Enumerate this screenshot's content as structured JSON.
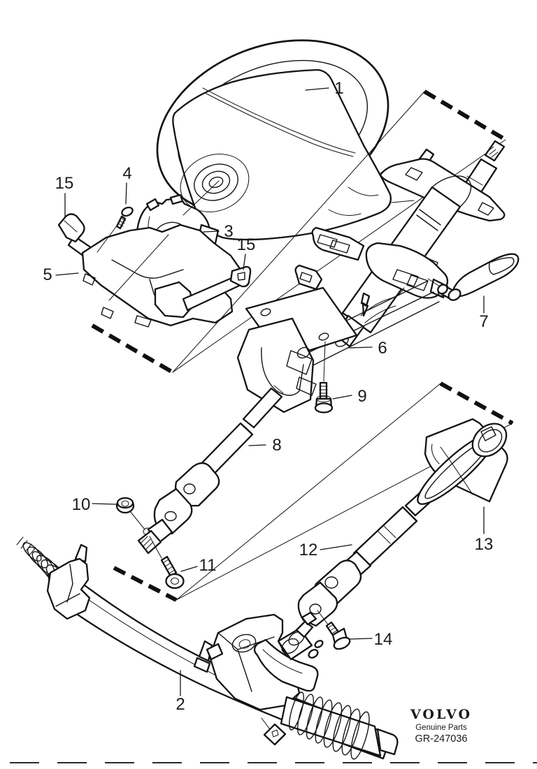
{
  "figure": {
    "background": "#ffffff",
    "line_color": "#141414",
    "type": "exploded-parts-diagram"
  },
  "callouts": [
    {
      "label": "1"
    },
    {
      "label": "2"
    },
    {
      "label": "3"
    },
    {
      "label": "4"
    },
    {
      "label": "5"
    },
    {
      "label": "6"
    },
    {
      "label": "7"
    },
    {
      "label": "8"
    },
    {
      "label": "9"
    },
    {
      "label": "10"
    },
    {
      "label": "11"
    },
    {
      "label": "12"
    },
    {
      "label": "13"
    },
    {
      "label": "14"
    },
    {
      "label": "15"
    },
    {
      "label": "15"
    }
  ],
  "footer": {
    "brand": "VOLVO",
    "tagline": "Genuine Parts",
    "doc_number": "GR-247036"
  }
}
